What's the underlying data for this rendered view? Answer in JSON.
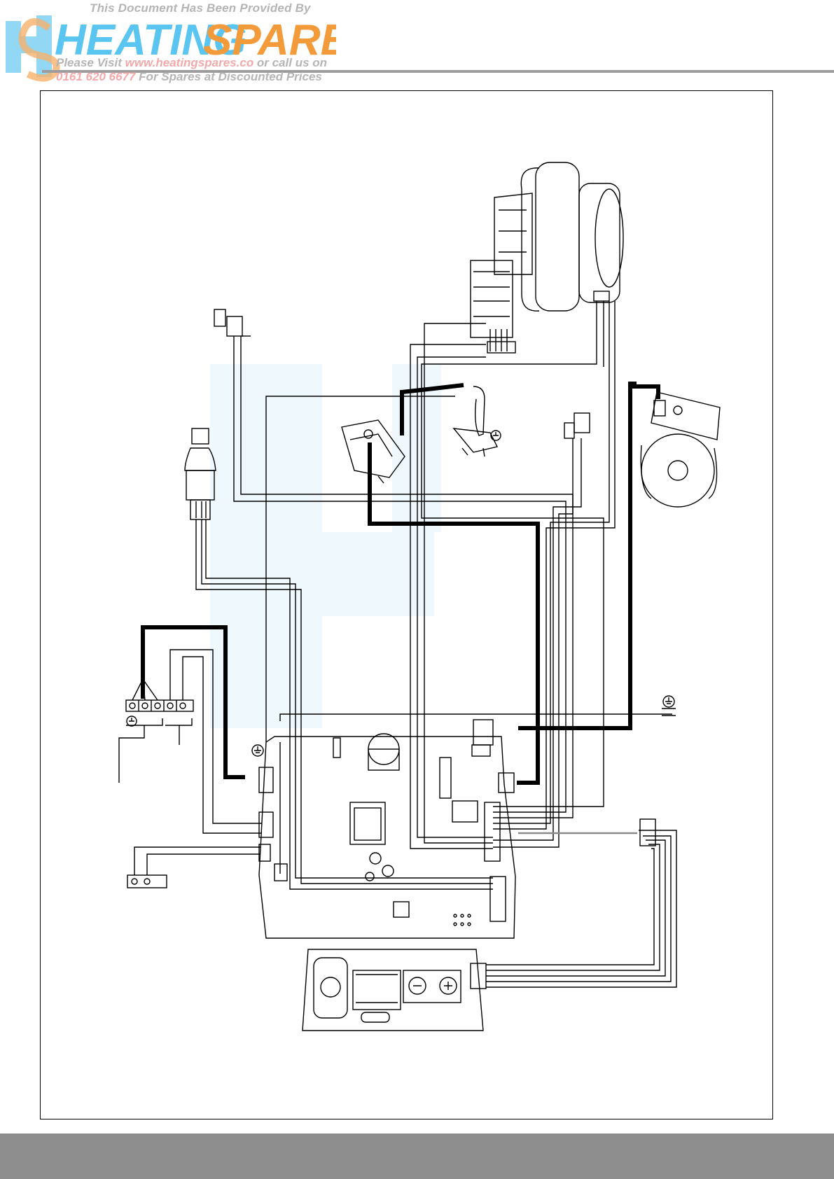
{
  "banner": {
    "line1": "This Document Has Been Provided By",
    "brand_word1": "HEATING",
    "brand_word2": "SPARES",
    "visit_prefix": "Please Visit ",
    "website": "www.heatingspares.co",
    "visit_suffix": " or call us on",
    "phone": "0161 620 6677",
    "phone_suffix": " For Spares at Discounted Prices"
  },
  "colors": {
    "logo_blue": "#59c5f0",
    "logo_orange": "#f39a3b",
    "wire": "#000000",
    "footer": "#8e8e8e"
  },
  "diagram": {
    "symbols": [
      "earth-symbol",
      "earth-symbol",
      "earth-symbol",
      "earth-symbol"
    ]
  }
}
